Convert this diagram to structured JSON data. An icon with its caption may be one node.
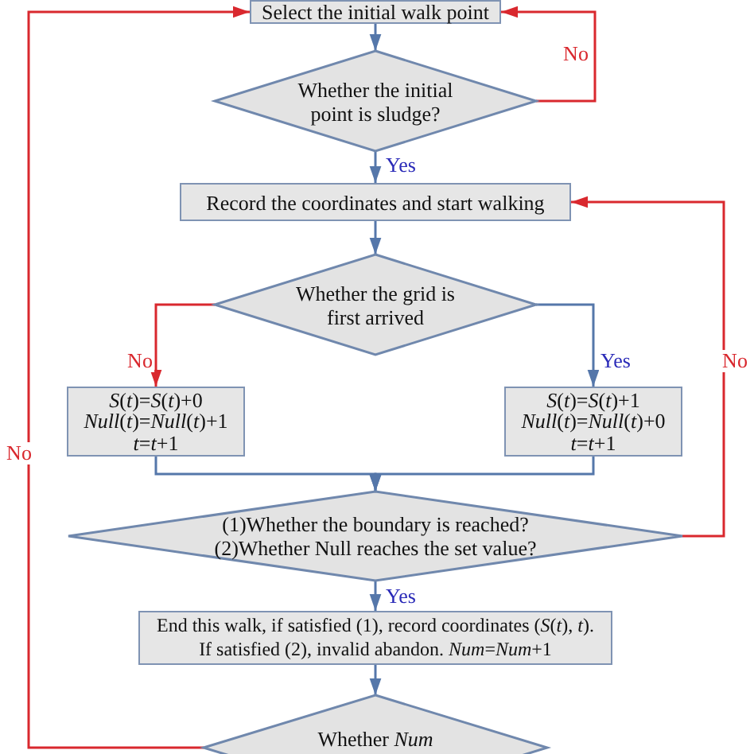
{
  "diagram": {
    "nodes": [
      {
        "text": [
          "Select the initial walk point"
        ]
      },
      {
        "text": [
          "Whether the initial point is sludge?"
        ]
      },
      {
        "text": [
          "Record the coordinates and start walking"
        ]
      },
      {
        "text": [
          "Whether the grid is first arrived"
        ]
      },
      {
        "text": [
          "*S*(*t*)=*S*(*t*)+0",
          "*Null*(*t*)=*Null*(*t*)+1",
          "*t*=*t*+1"
        ]
      },
      {
        "text": [
          "*S*(*t*)=*S*(*t*)+1",
          "*Null*(*t*)=*Null*(*t*)+0",
          "*t*=*t*+1"
        ]
      },
      {
        "text": [
          "(1)Whether the boundary is reached?",
          "(2)Whether Null reaches the set value?"
        ]
      },
      {
        "text": [
          "End this walk, if satisfied (1), record coordinates (*S*(*t*), *t*).",
          "If satisfied (2), invalid abandon. *Num*=*Num*+1"
        ]
      },
      {
        "text": [
          "Whether *Num*"
        ]
      }
    ],
    "edges": [
      {
        "from": 0,
        "to": 1,
        "arrow": "to"
      },
      {
        "from": 1,
        "to": 0,
        "arrow": "to",
        "label": "No",
        "color": "#d9282e"
      },
      {
        "from": 1,
        "to": 2,
        "arrow": "to",
        "label": "Yes"
      },
      {
        "from": 2,
        "to": 3,
        "arrow": "to"
      },
      {
        "from": 3,
        "to": 4,
        "arrow": "to",
        "label": "No",
        "color": "#d9282e"
      },
      {
        "from": 3,
        "to": 5,
        "arrow": "to",
        "label": "Yes"
      },
      {
        "from": 4,
        "to": 6,
        "arrow": "to"
      },
      {
        "from": 5,
        "to": 6,
        "arrow": "to"
      },
      {
        "from": 6,
        "to": 2,
        "arrow": "to",
        "label": "No",
        "color": "#d9282e"
      },
      {
        "from": 6,
        "to": 7,
        "arrow": "to",
        "label": "Yes"
      },
      {
        "from": 7,
        "to": 8,
        "arrow": "to"
      },
      {
        "from": 8,
        "to": 0,
        "arrow": "to",
        "label": "No",
        "color": "#d9282e"
      }
    ]
  }
}
